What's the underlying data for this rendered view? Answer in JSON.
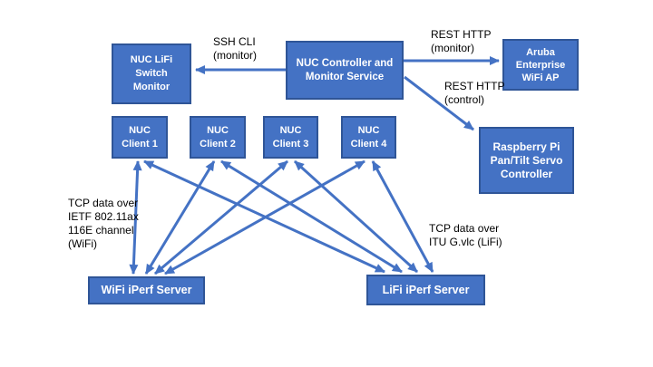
{
  "colors": {
    "background": "#FFFFFF",
    "node_fill": "#4472C4",
    "node_border": "#2F5597",
    "node_text": "#FFFFFF",
    "arrow": "#4472C4",
    "label_text": "#000000"
  },
  "nodes": {
    "switch_monitor": {
      "label": "NUC  LiFi\nSwitch\nMonitor"
    },
    "controller": {
      "label": "NUC Controller and\nMonitor Service"
    },
    "aruba_ap": {
      "label": "Aruba\nEnterprise\nWiFi AP"
    },
    "client1": {
      "label": "NUC\nClient 1"
    },
    "client2": {
      "label": "NUC\nClient 2"
    },
    "client3": {
      "label": "NUC\nClient 3"
    },
    "client4": {
      "label": "NUC\nClient 4"
    },
    "raspberry_pi": {
      "label": "Raspberry Pi\nPan/Tilt Servo\nController"
    },
    "wifi_server": {
      "label": "WiFi iPerf Server"
    },
    "lifi_server": {
      "label": "LiFi iPerf Server"
    }
  },
  "edge_labels": {
    "ssh_cli": "SSH CLI\n(monitor)",
    "rest_http_monitor": "REST HTTP\n(monitor)",
    "rest_http_control": "REST HTTP\n(control)",
    "tcp_wifi": "TCP data over\nIETF 802.11ax\n116E channel\n(WiFi)",
    "tcp_lifi": "TCP data over\nITU G.vlc (LiFi)"
  }
}
